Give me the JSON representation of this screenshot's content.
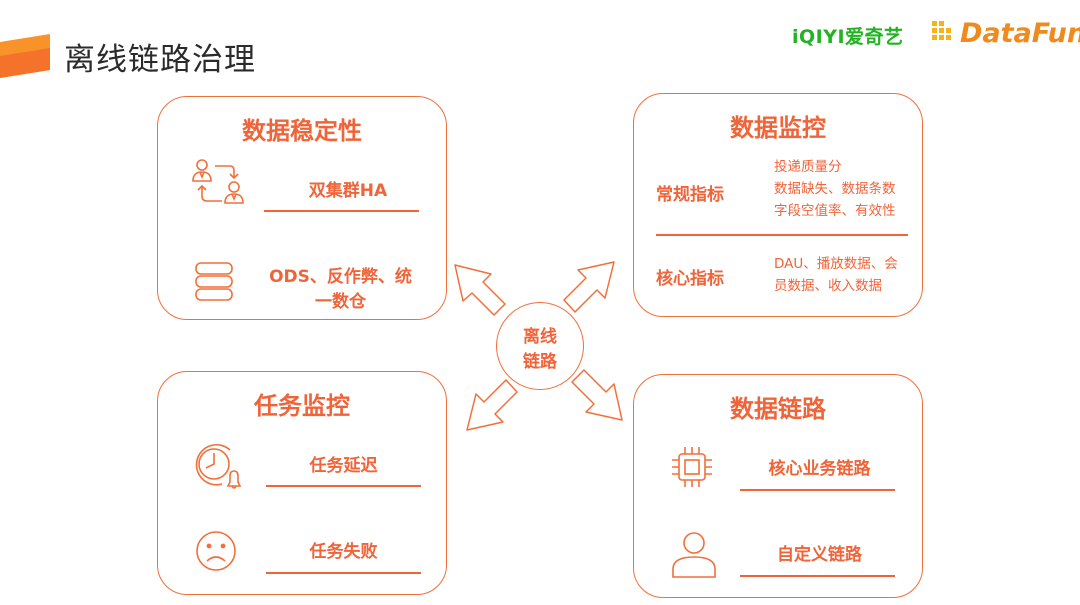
{
  "header": {
    "title": "离线链路治理",
    "logo_iqiyi": "iQIYI爱奇艺",
    "logo_datafun": "DataFun.",
    "accent_color": "#f26f3a"
  },
  "center": {
    "line1": "离线",
    "line2": "链路"
  },
  "stability": {
    "title": "数据稳定性",
    "item1": "双集群HA",
    "item2_line1": "ODS、反作弊、统",
    "item2_line2": "一数仓"
  },
  "monitoring": {
    "title": "数据监控",
    "regular_label": "常规指标",
    "regular_details": [
      "投递质量分",
      "数据缺失、数据条数",
      "字段空值率、有效性"
    ],
    "core_label": "核心指标",
    "core_details": [
      "DAU、播放数据、会",
      "员数据、收入数据"
    ]
  },
  "task": {
    "title": "任务监控",
    "item1": "任务延迟",
    "item2": "任务失败"
  },
  "lineage": {
    "title": "数据链路",
    "item1": "核心业务链路",
    "item2": "自定义链路"
  },
  "icons": [
    "users-swap-icon",
    "database-icon",
    "clock-alarm-icon",
    "sad-face-icon",
    "chip-icon",
    "user-icon"
  ]
}
